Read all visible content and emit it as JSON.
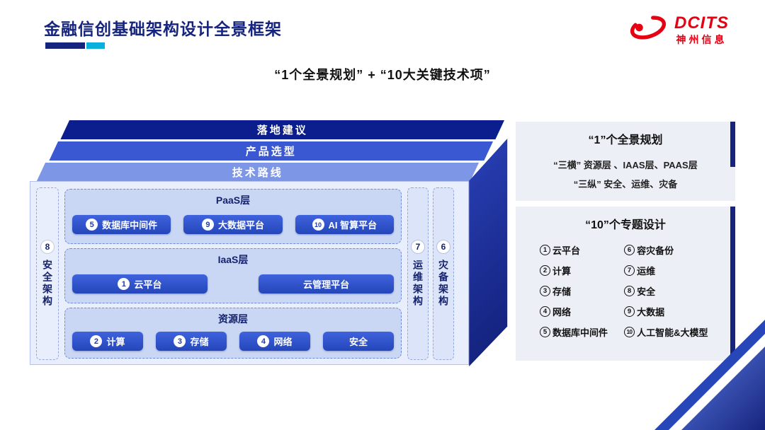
{
  "header": {
    "title": "金融信创基础架构设计全景框架",
    "logo": {
      "name": "DCITS",
      "company": "神州信息"
    }
  },
  "subtitle": "“1个全景规划” + “10大关键技术项”",
  "colors": {
    "navy": "#16247e",
    "banner_dark": "#0c1d8e",
    "banner_mid": "#3a58d2",
    "banner_light": "#7e96e6",
    "button_blue": "#2f55cf",
    "panel_bg": "#edeff6",
    "cyan": "#0ab0dc",
    "logo_red": "#e60012"
  },
  "diagram": {
    "banners": [
      {
        "label": "落地建议"
      },
      {
        "label": "产品选型"
      },
      {
        "label": "技术路线"
      }
    ],
    "left_strip": {
      "num": "8",
      "label": "安全架构"
    },
    "layers": [
      {
        "title": "PaaS层",
        "buttons": [
          {
            "num": "5",
            "label": "数据库中间件"
          },
          {
            "num": "9",
            "label": "大数据平台"
          },
          {
            "num": "10",
            "label": "AI 智算平台"
          }
        ]
      },
      {
        "title": "IaaS层",
        "buttons": [
          {
            "num": "1",
            "label": "云平台"
          },
          {
            "label": "云管理平台"
          }
        ]
      },
      {
        "title": "资源层",
        "buttons": [
          {
            "num": "2",
            "label": "计算"
          },
          {
            "num": "3",
            "label": "存储"
          },
          {
            "num": "4",
            "label": "网络"
          },
          {
            "label": "安全"
          }
        ]
      }
    ],
    "right_strips": [
      {
        "num": "7",
        "label": "运维架构"
      },
      {
        "num": "6",
        "label": "灾备架构"
      }
    ]
  },
  "panels": [
    {
      "title": "“1”个全景规划",
      "lines": [
        "“三横” 资源层 、IAAS层、PAAS层",
        "“三纵” 安全、运维、灾备"
      ]
    },
    {
      "title": "“10”个专题设计",
      "col1": [
        {
          "num": "1",
          "label": "云平台"
        },
        {
          "num": "2",
          "label": "计算"
        },
        {
          "num": "3",
          "label": "存储"
        },
        {
          "num": "4",
          "label": "网络"
        },
        {
          "num": "5",
          "label": "数据库中间件"
        }
      ],
      "col2": [
        {
          "num": "6",
          "label": "容灾备份"
        },
        {
          "num": "7",
          "label": "运维"
        },
        {
          "num": "8",
          "label": "安全"
        },
        {
          "num": "9",
          "label": "大数据"
        },
        {
          "num": "10",
          "label": "人工智能&大模型"
        }
      ]
    }
  ]
}
